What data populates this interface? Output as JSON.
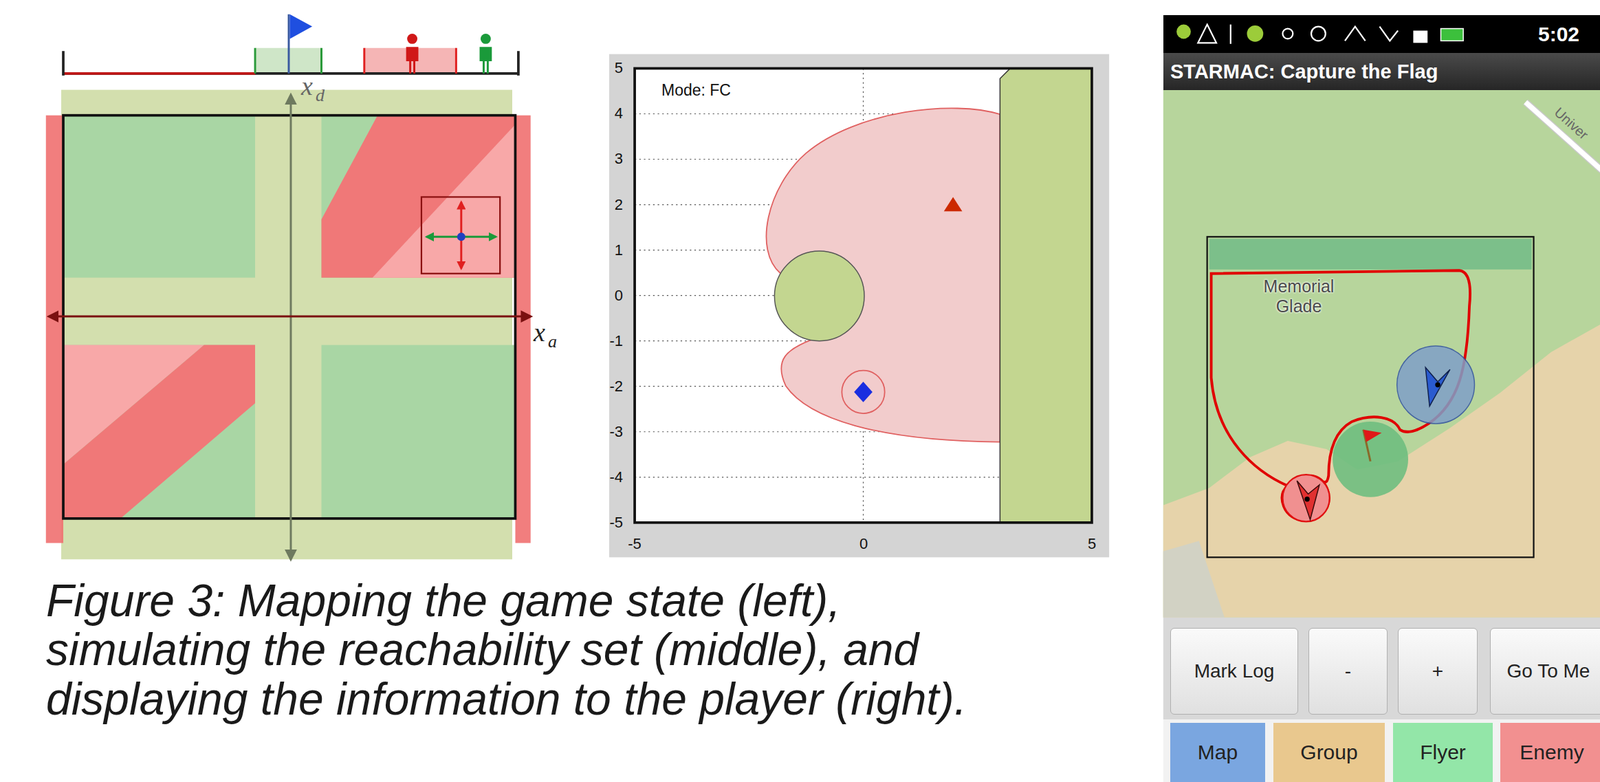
{
  "diagram": {
    "caption": "Figure 3: Mapping the game state (left), simulating the reachability set (middle), and displaying the information to the player (right).",
    "nodes": [
      {
        "text": [
          "5:02"
        ]
      },
      {
        "text": [
          "STARMAC: Capture the Flag"
        ]
      },
      {
        "text": [
          "Mark Log"
        ]
      },
      {
        "text": [
          "-"
        ]
      },
      {
        "text": [
          "+"
        ]
      },
      {
        "text": [
          "Go To Me"
        ]
      },
      {
        "text": [
          "Map"
        ]
      },
      {
        "text": [
          "Group"
        ]
      },
      {
        "text": [
          "Flyer"
        ]
      },
      {
        "text": [
          "Enemy"
        ]
      }
    ],
    "labels": [
      "x",
      "d",
      "x",
      "a",
      "Mode: FC",
      "5",
      "4",
      "3",
      "2",
      "1",
      "0",
      "-1",
      "-2",
      "-3",
      "-4",
      "-5",
      "-5",
      "0",
      "5",
      "Memorial Glade",
      "Univer"
    ]
  }
}
